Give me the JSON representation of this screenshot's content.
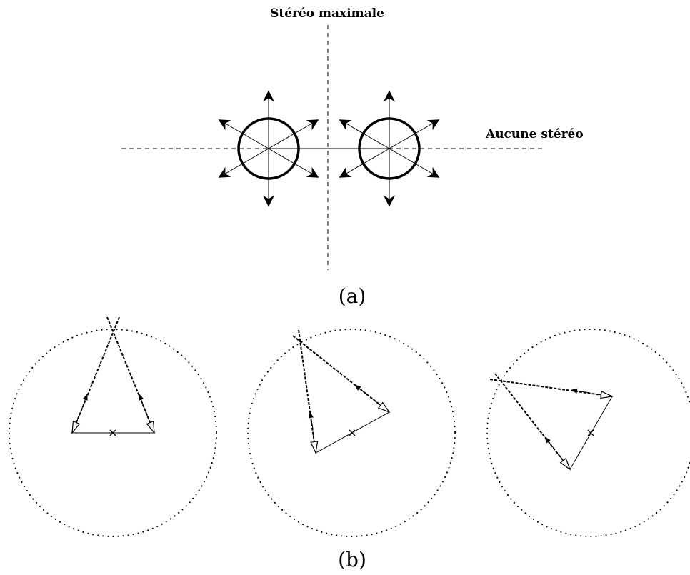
{
  "figure_a": {
    "label_top": "Stéréo maximale",
    "label_right": "Aucune stéréo",
    "caption": "(a)"
  },
  "figure_b": {
    "caption": "(b)"
  }
}
